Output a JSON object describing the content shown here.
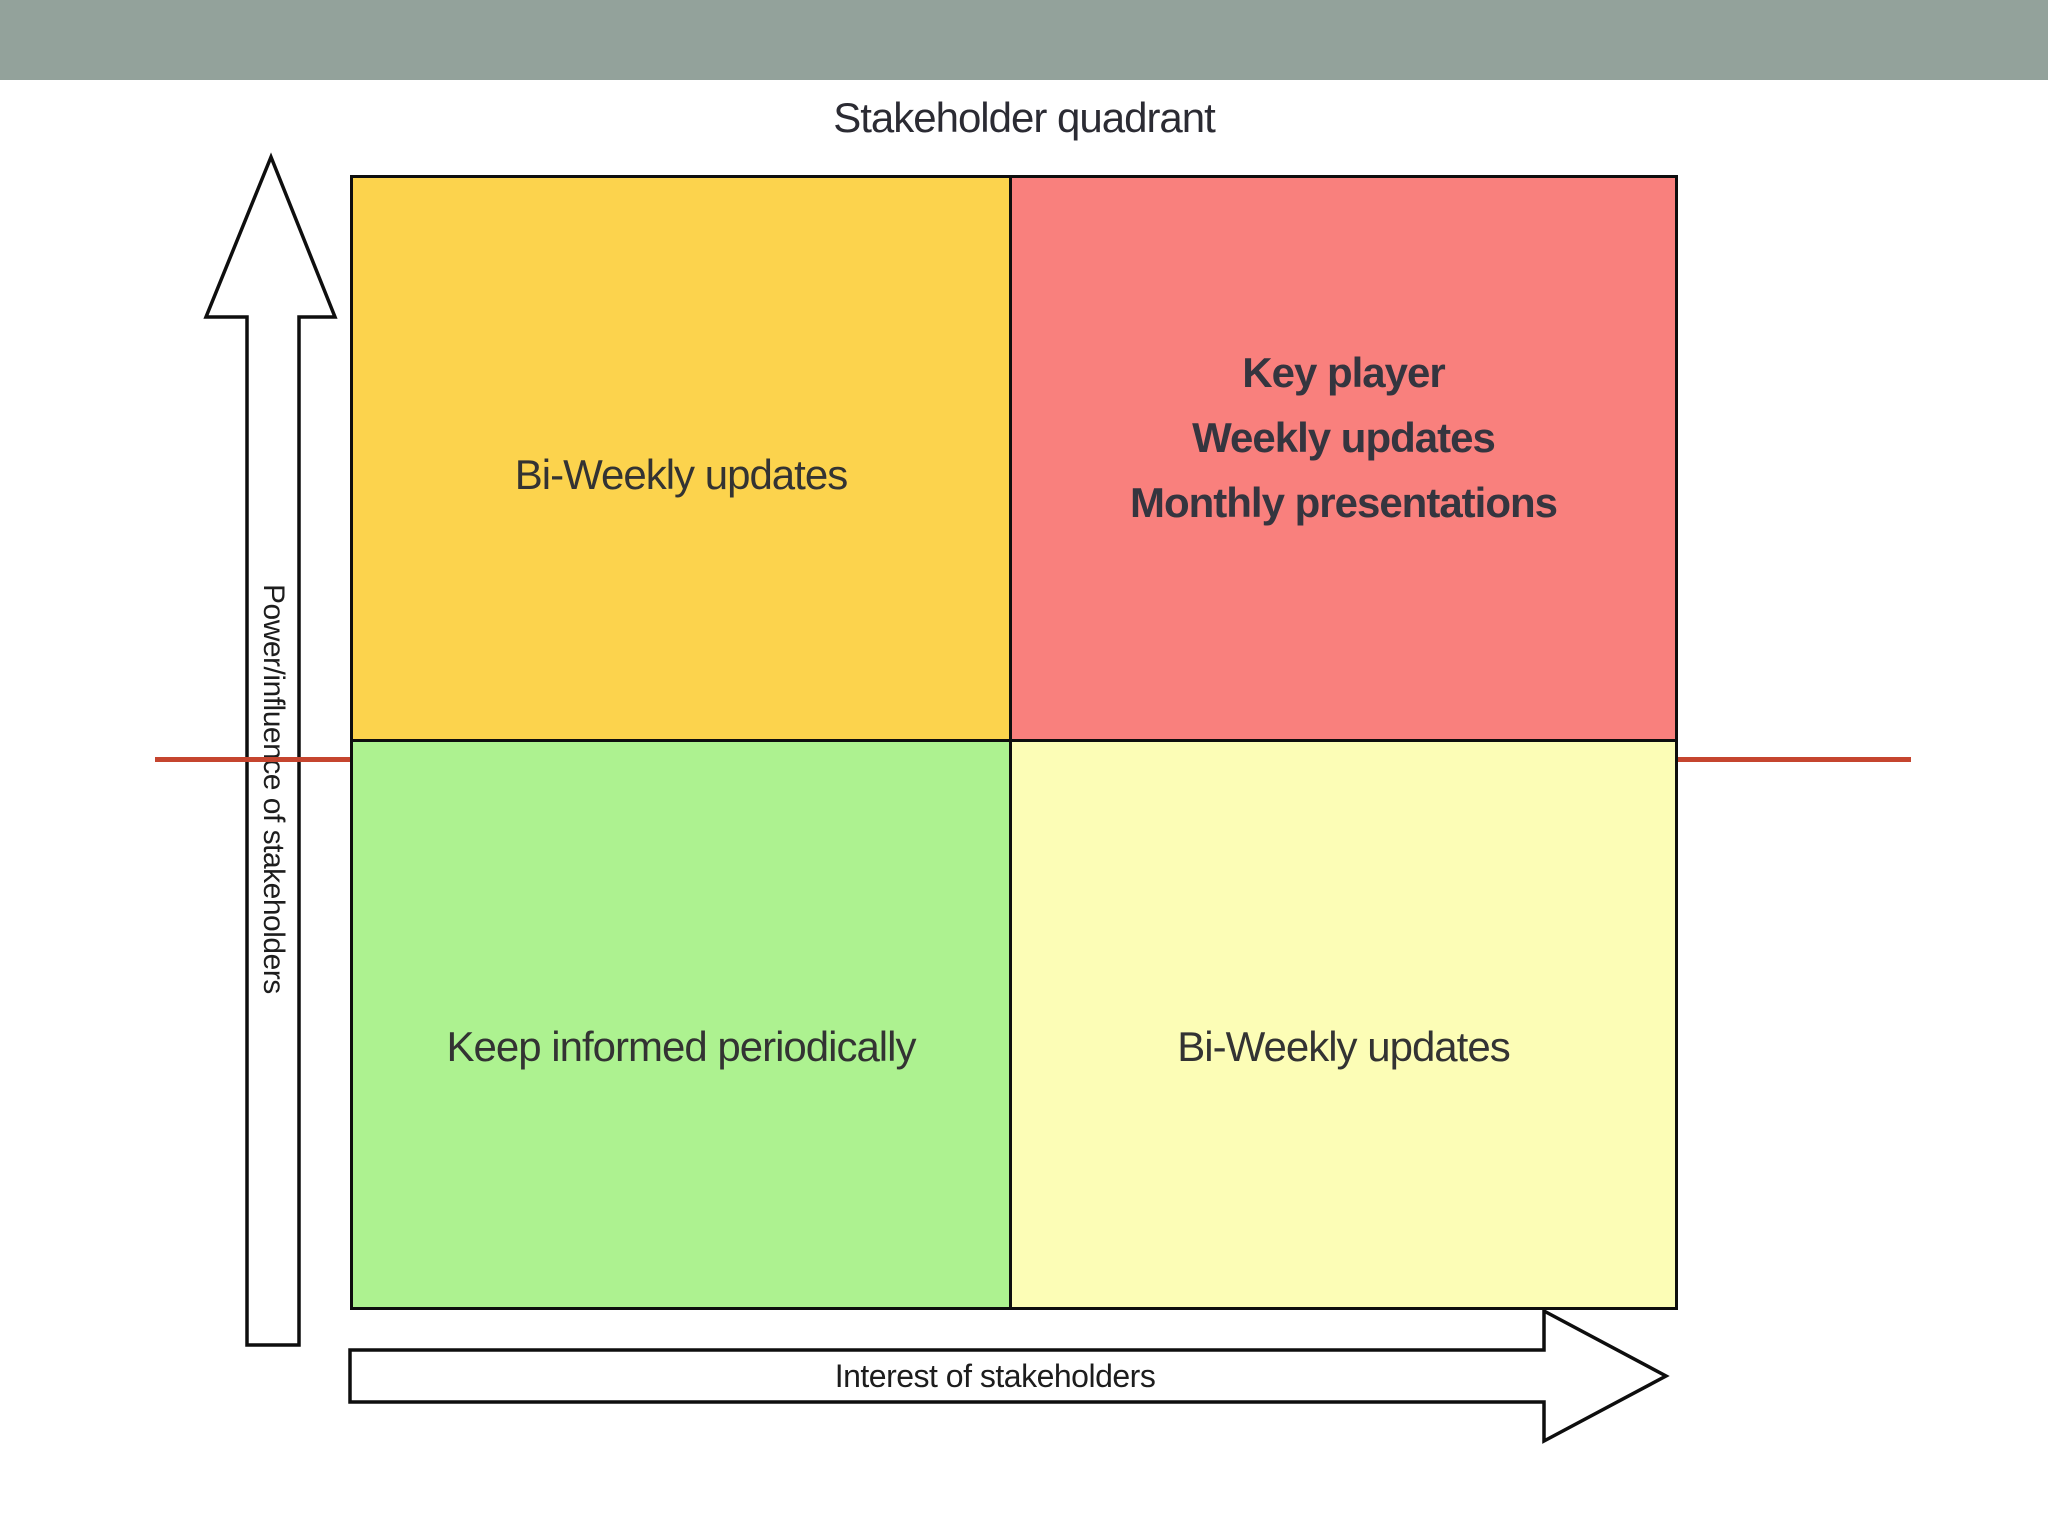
{
  "slide": {
    "title": "Stakeholder quadrant"
  },
  "axes": {
    "y_label": "Power/influence of stakeholders",
    "x_label": "Interest of stakeholders"
  },
  "quadrants": {
    "top_left": {
      "label": "Bi-Weekly updates",
      "color": "#FCD34D"
    },
    "top_right": {
      "lines": [
        "Key player",
        "Weekly updates",
        "Monthly presentations"
      ],
      "color": "#F9807D"
    },
    "bottom_left": {
      "label": "Keep informed periodically",
      "color": "#ADF290"
    },
    "bottom_right": {
      "label": "Bi-Weekly updates",
      "color": "#FCFDB6"
    }
  },
  "colors": {
    "header_bar": "#93A29B",
    "threshold_line": "#C5452F",
    "matrix_border": "#0E0E0E",
    "arrow_fill": "#FFFFFF",
    "arrow_stroke": "#0E0E0E"
  }
}
